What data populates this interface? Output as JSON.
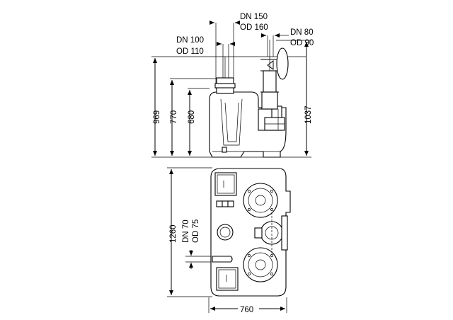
{
  "side_view": {
    "height_outer": "969",
    "height_mid": "770",
    "height_inner": "680",
    "height_right": "1037",
    "dn150": "DN 150",
    "od160": "OD 160",
    "dn100": "DN 100",
    "od110": "OD 110",
    "dn80": "DN 80",
    "od90": "OD 90"
  },
  "top_view": {
    "length": "1260",
    "width": "760",
    "dn70": "DN 70",
    "od75": "OD 75"
  }
}
